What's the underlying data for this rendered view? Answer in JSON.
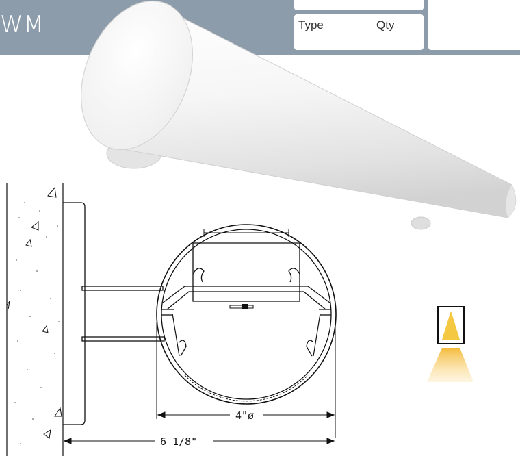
{
  "header": {
    "product_code": "WM",
    "type_label": "Type",
    "qty_label": "Qty"
  },
  "dimensions": {
    "diameter": "4\"ø",
    "projection": "6 1/8\""
  },
  "colors": {
    "header_band": "#8d9caa",
    "beam": "#f5c842"
  },
  "icons": {
    "distribution": "downlight-distribution-icon"
  }
}
